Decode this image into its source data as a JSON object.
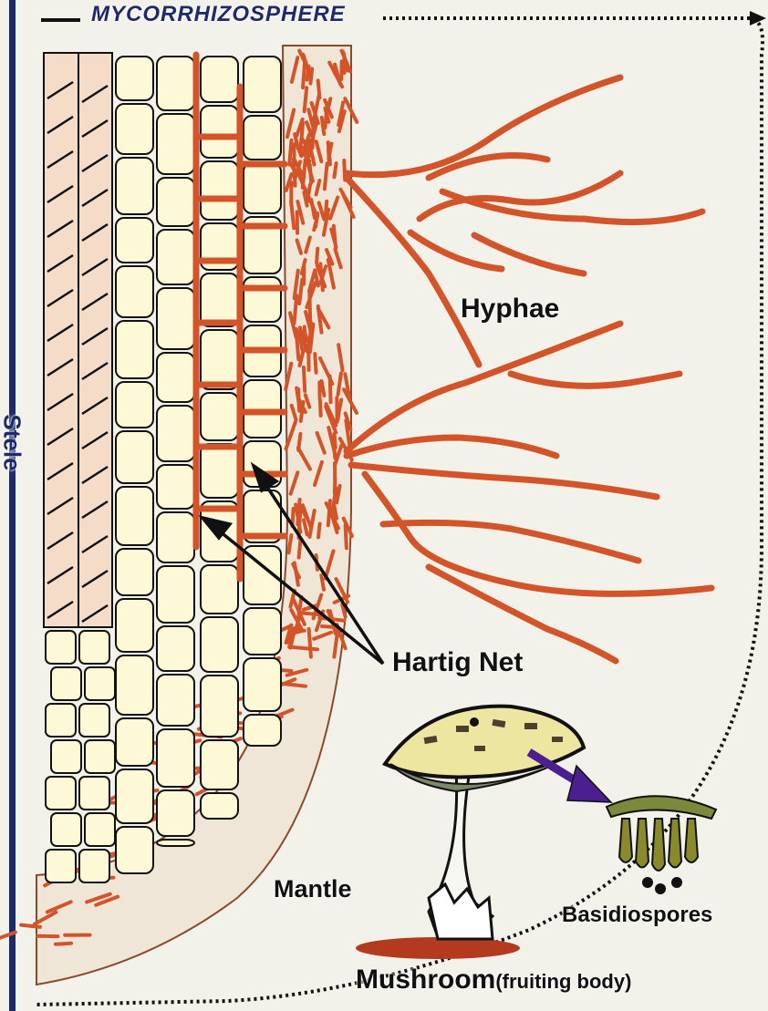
{
  "title": "MYCORRHIZOSPHERE",
  "side_label": "Stele",
  "labels": {
    "hyphae": "Hyphae",
    "hartig_net": "Hartig Net",
    "mantle": "Mantle",
    "basidiospores": "Basidiospores",
    "mushroom": "Mushroom",
    "mushroom_note": "(fruiting body)"
  },
  "colors": {
    "fungus": "#d4542a",
    "cell_fill": "#fdf8d6",
    "stele_fill": "#f5dcc8",
    "cap_fill": "#ece6a0",
    "boundary": "#1f2a6b",
    "arrow": "#111111",
    "spore_arrow": "#4b1f8f"
  }
}
